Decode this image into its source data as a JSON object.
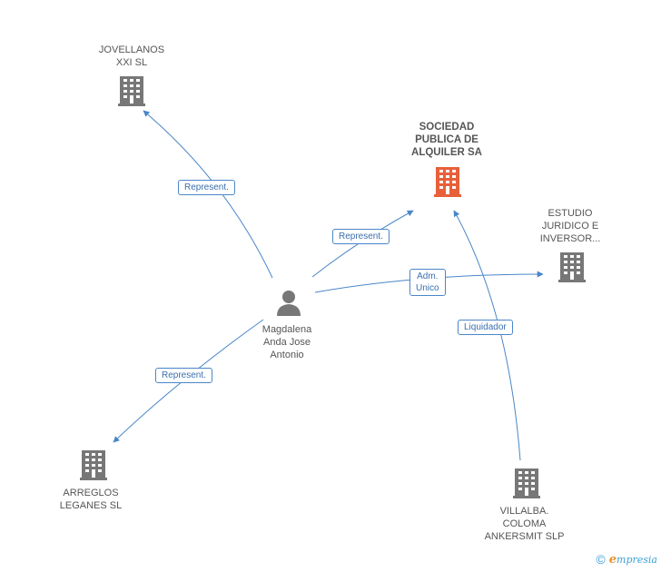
{
  "colors": {
    "edge": "#4a86c8",
    "building": "#777777",
    "building_main": "#e8603a",
    "person": "#777777"
  },
  "nodes": {
    "jovellanos": {
      "label": "JOVELLANOS\nXXI SL",
      "icon": "building-icon"
    },
    "sociedad": {
      "label": "SOCIEDAD\nPUBLICA DE\nALQUILER SA",
      "icon": "building-icon"
    },
    "estudio": {
      "label": "ESTUDIO\nJURIDICO E\nINVERSOR...",
      "icon": "building-icon"
    },
    "magdalena": {
      "label": "Magdalena\nAnda Jose\nAntonio",
      "icon": "person-icon"
    },
    "arreglos": {
      "label": "ARREGLOS\nLEGANES SL",
      "icon": "building-icon"
    },
    "villalba": {
      "label": "VILLALBA.\nCOLOMA\nANKERSMIT SLP",
      "icon": "building-icon"
    }
  },
  "edges": [
    {
      "from": "magdalena",
      "to": "jovellanos",
      "label": "Represent."
    },
    {
      "from": "magdalena",
      "to": "sociedad",
      "label": "Represent."
    },
    {
      "from": "magdalena",
      "to": "estudio",
      "label": "Adm.\nUnico"
    },
    {
      "from": "magdalena",
      "to": "arreglos",
      "label": "Represent."
    },
    {
      "from": "villalba",
      "to": "sociedad",
      "label": "Liquidador"
    }
  ],
  "footer": {
    "copyright": "©",
    "brand_e": "e",
    "brand_rest": "mpresia"
  }
}
